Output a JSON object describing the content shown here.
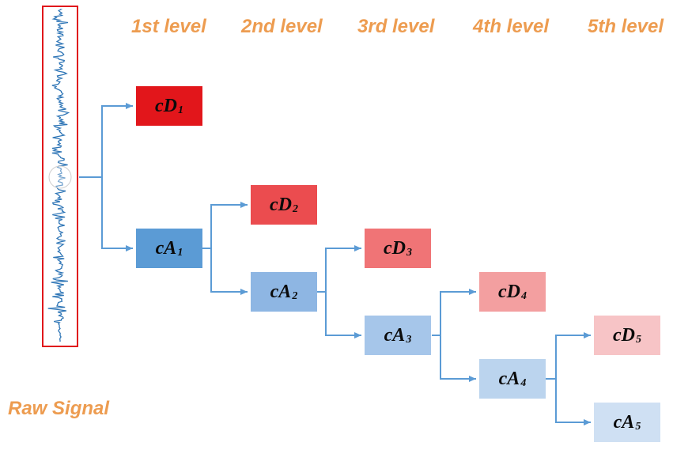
{
  "levels": [
    "1st level",
    "2nd level",
    "3rd level",
    "4th level",
    "5th level"
  ],
  "raw_signal_label": "Raw Signal",
  "nodes": [
    {
      "id": "cD1",
      "base": "cD",
      "sub": "1",
      "color": "#E2161B"
    },
    {
      "id": "cA1",
      "base": "cA",
      "sub": "1",
      "color": "#5B9BD5"
    },
    {
      "id": "cD2",
      "base": "cD",
      "sub": "2",
      "color": "#EB4C4F"
    },
    {
      "id": "cA2",
      "base": "cA",
      "sub": "2",
      "color": "#8EB6E3"
    },
    {
      "id": "cD3",
      "base": "cD",
      "sub": "3",
      "color": "#F07476"
    },
    {
      "id": "cA3",
      "base": "cA",
      "sub": "3",
      "color": "#A6C6EA"
    },
    {
      "id": "cD4",
      "base": "cD",
      "sub": "4",
      "color": "#F39FA0"
    },
    {
      "id": "cA4",
      "base": "cA",
      "sub": "4",
      "color": "#BBD4EE"
    },
    {
      "id": "cD5",
      "base": "cD",
      "sub": "5",
      "color": "#F7C4C6"
    },
    {
      "id": "cA5",
      "base": "cA",
      "sub": "5",
      "color": "#CFE0F3"
    }
  ],
  "colors": {
    "arrow": "#5B9BD5",
    "level_text": "#ED9C50",
    "signal": "#2E75B6",
    "signal_border": "#E0161B"
  }
}
